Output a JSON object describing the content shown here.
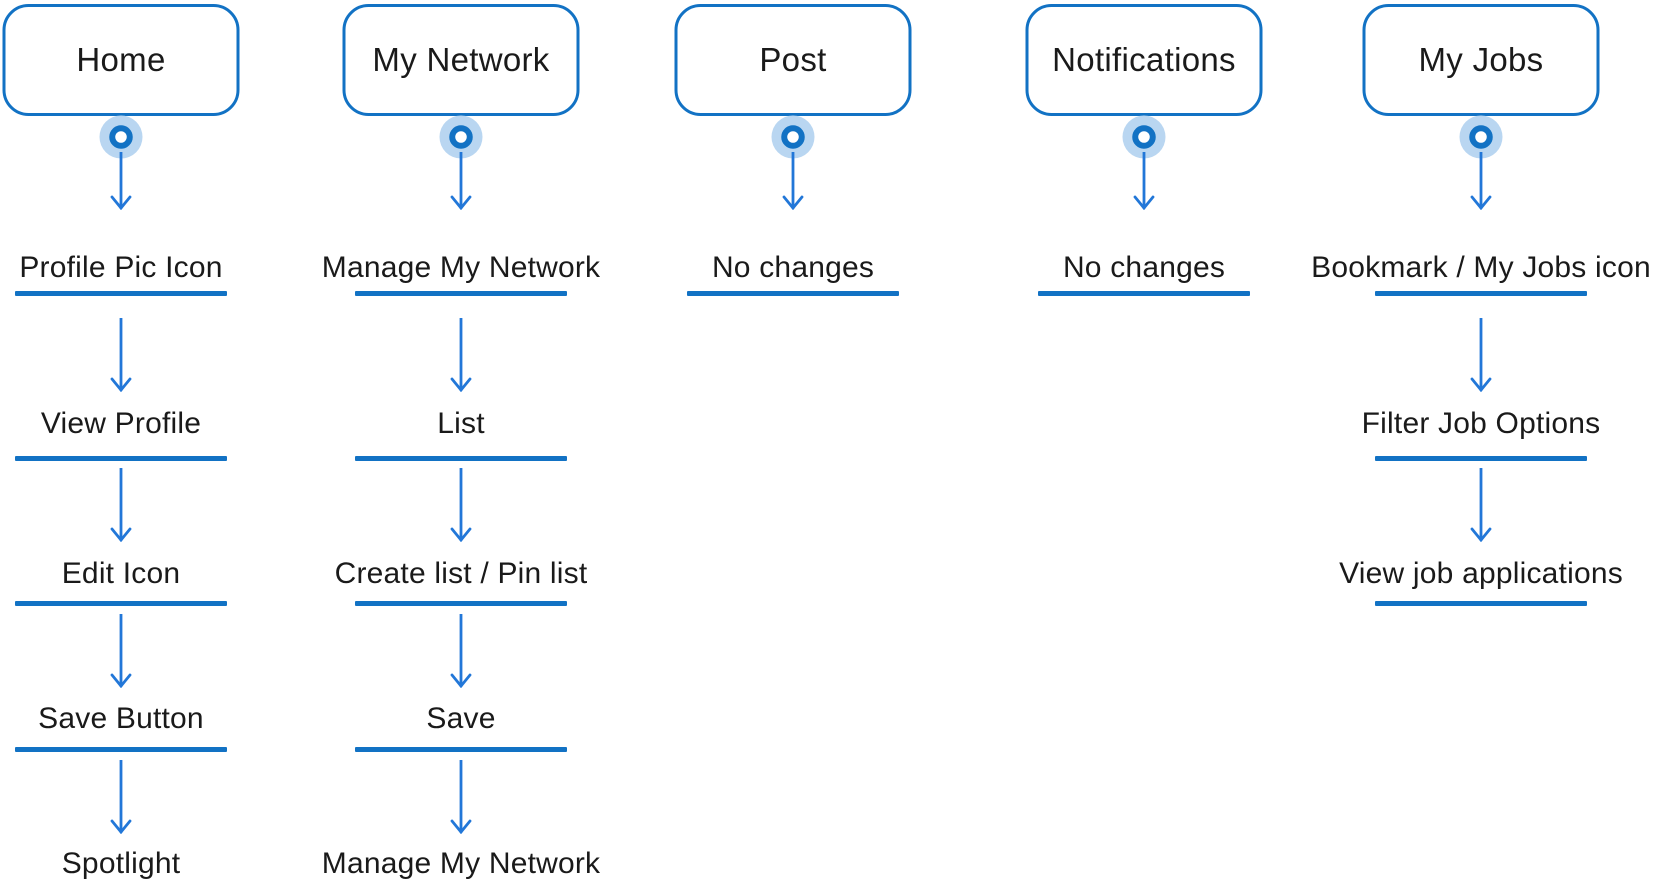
{
  "diagram": {
    "colors": {
      "accent": "#1272c4",
      "arrow": "#2277d8",
      "halo": "#b9d6f1",
      "ink": "#1a1a1a"
    },
    "columns": [
      {
        "id": "home",
        "title": "Home",
        "steps": [
          {
            "label": "Profile Pic Icon",
            "underline": true
          },
          {
            "label": "View Profile",
            "underline": true
          },
          {
            "label": "Edit Icon",
            "underline": true
          },
          {
            "label": "Save Button",
            "underline": true
          },
          {
            "label": "Spotlight",
            "underline": false
          }
        ]
      },
      {
        "id": "my-network",
        "title": "My Network",
        "steps": [
          {
            "label": "Manage My Network",
            "underline": true
          },
          {
            "label": "List",
            "underline": true
          },
          {
            "label": "Create list / Pin list",
            "underline": true
          },
          {
            "label": "Save",
            "underline": true
          },
          {
            "label": "Manage My Network",
            "underline": false
          }
        ]
      },
      {
        "id": "post",
        "title": "Post",
        "steps": [
          {
            "label": "No changes",
            "underline": true
          }
        ]
      },
      {
        "id": "notifications",
        "title": "Notifications",
        "steps": [
          {
            "label": "No changes",
            "underline": true
          }
        ]
      },
      {
        "id": "my-jobs",
        "title": "My Jobs",
        "steps": [
          {
            "label": "Bookmark / My Jobs icon",
            "underline": true
          },
          {
            "label": "Filter Job Options",
            "underline": true
          },
          {
            "label": "View job applications",
            "underline": true
          }
        ]
      }
    ]
  }
}
